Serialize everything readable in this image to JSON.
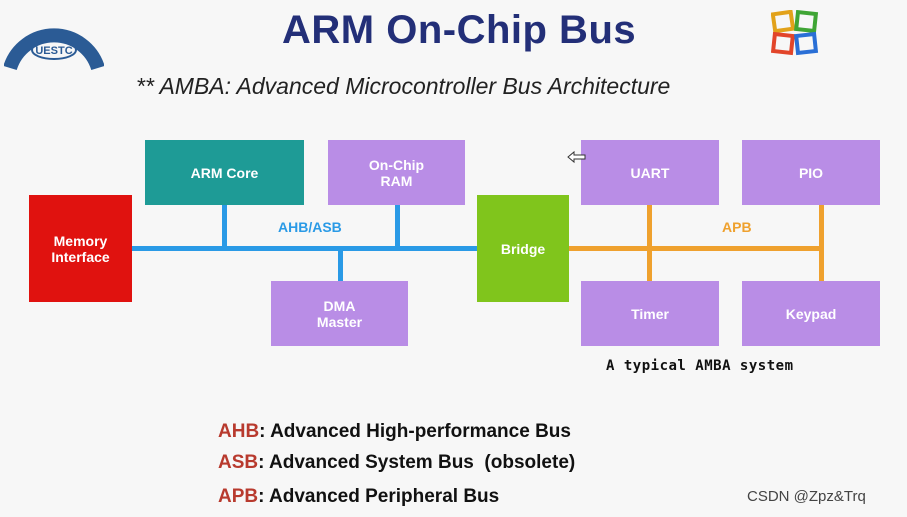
{
  "title": "ARM On-Chip Bus",
  "subtitle": "** AMBA: Advanced Microcontroller Bus Architecture",
  "logo": {
    "text": "UESTC",
    "icon": "university-seal-icon"
  },
  "corner_icon": "colored-squares-icon",
  "blocks": {
    "memory": "Memory\nInterface",
    "arm_core": "ARM Core",
    "onchip_ram": "On-Chip\nRAM",
    "dma": "DMA\nMaster",
    "bridge": "Bridge",
    "uart": "UART",
    "pio": "PIO",
    "timer": "Timer",
    "keypad": "Keypad"
  },
  "buses": {
    "ahb": "AHB/ASB",
    "apb": "APB"
  },
  "caption": "A typical AMBA system",
  "legend": [
    {
      "abbr": "AHB",
      "text": ": Advanced High-performance Bus"
    },
    {
      "abbr": "ASB",
      "text": ": Advanced System Bus  (obsolete)"
    },
    {
      "abbr": "APB",
      "text": ": Advanced Peripheral Bus"
    }
  ],
  "watermark": "CSDN @Zpz&Trq",
  "colors": {
    "title": "#232f78",
    "memory": "#e0120f",
    "arm_core": "#1e9b96",
    "lavender": "#b98de6",
    "bridge": "#80c51c",
    "ahb_bus": "#2a9ae6",
    "apb_bus": "#efa12e",
    "abbr": "#b83a2e"
  }
}
